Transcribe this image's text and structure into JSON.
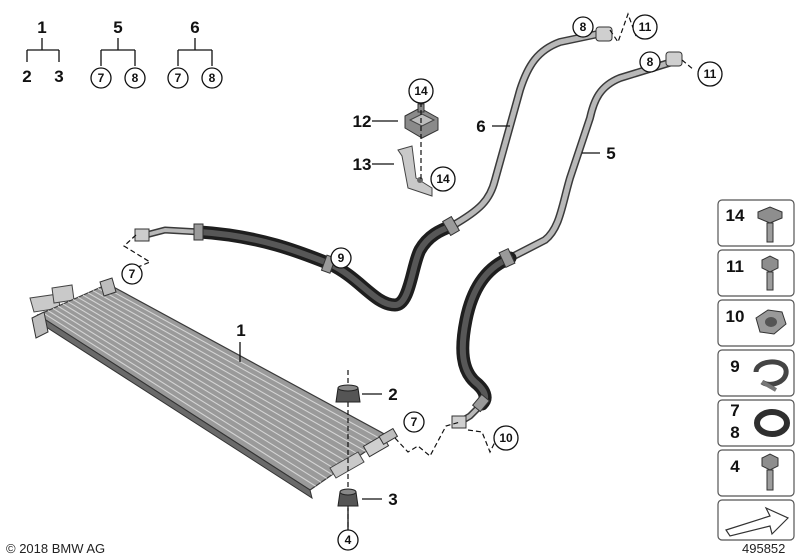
{
  "hierarchy": [
    {
      "parent": "1",
      "children": [
        "2",
        "3"
      ],
      "circled": false
    },
    {
      "parent": "5",
      "children": [
        "7",
        "8"
      ],
      "circled": true
    },
    {
      "parent": "6",
      "children": [
        "7",
        "8"
      ],
      "circled": true
    }
  ],
  "callouts": {
    "c1": "1",
    "c2": "2",
    "c3": "3",
    "c4": "4",
    "c5": "5",
    "c6": "6",
    "c7a": "7",
    "c7b": "7",
    "c8a": "8",
    "c8b": "8",
    "c9": "9",
    "c10": "10",
    "c11a": "11",
    "c11b": "11",
    "c12": "12",
    "c13": "13",
    "c14a": "14",
    "c14b": "14"
  },
  "side_panel": [
    "14",
    "11",
    "10",
    "9",
    "7",
    "8",
    "4"
  ],
  "copyright": "© 2018 BMW AG",
  "diagram_number": "495852",
  "colors": {
    "hose": "#1e1e1e",
    "pipe": "#b8b8b8",
    "cooler": "#8f8f8f",
    "line": "#111111"
  }
}
